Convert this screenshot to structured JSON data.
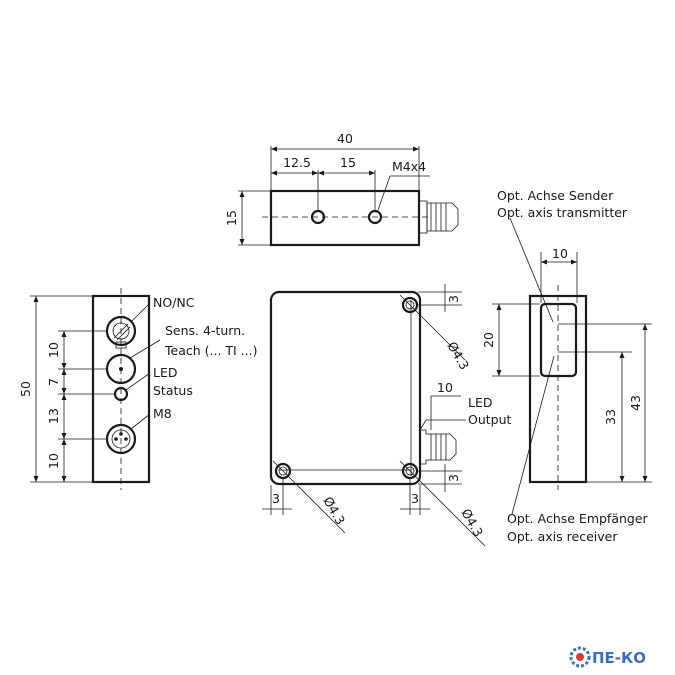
{
  "top_view": {
    "overall": "40",
    "dim_a": "12.5",
    "dim_b": "15",
    "thread": "M4x4",
    "height": "15"
  },
  "left_view": {
    "total": "50",
    "d1": "10",
    "d2": "7",
    "d3": "13",
    "d4": "10",
    "label_nonc": "NO/NC",
    "label_sens_1": "Sens. 4-turn.",
    "label_sens_2": "Teach (... TI ...)",
    "label_led_1": "LED",
    "label_led_2": "Status",
    "label_m8": "M8"
  },
  "front_view": {
    "hole_dia_tr": "Ø4.3",
    "hole_dia_bl": "Ø4.3",
    "hole_dia_br": "Ø4.3",
    "dim_3_tr": "3",
    "dim_3_br": "3",
    "dim_3_bl": "3",
    "dim_3_bb": "3",
    "dim_10": "10",
    "label_led_1": "LED",
    "label_led_2": "Output"
  },
  "side_view": {
    "width": "10",
    "d20": "20",
    "d33": "33",
    "d43": "43",
    "tx_1": "Opt. Achse Sender",
    "tx_2": "Opt. axis transmitter",
    "rx_1": "Opt. Achse Empfänger",
    "rx_2": "Opt. axis receiver"
  },
  "logo": {
    "text": "ПЕ-КО",
    "color_gear": "#3a6fc4",
    "color_accent": "#d83a2f"
  }
}
